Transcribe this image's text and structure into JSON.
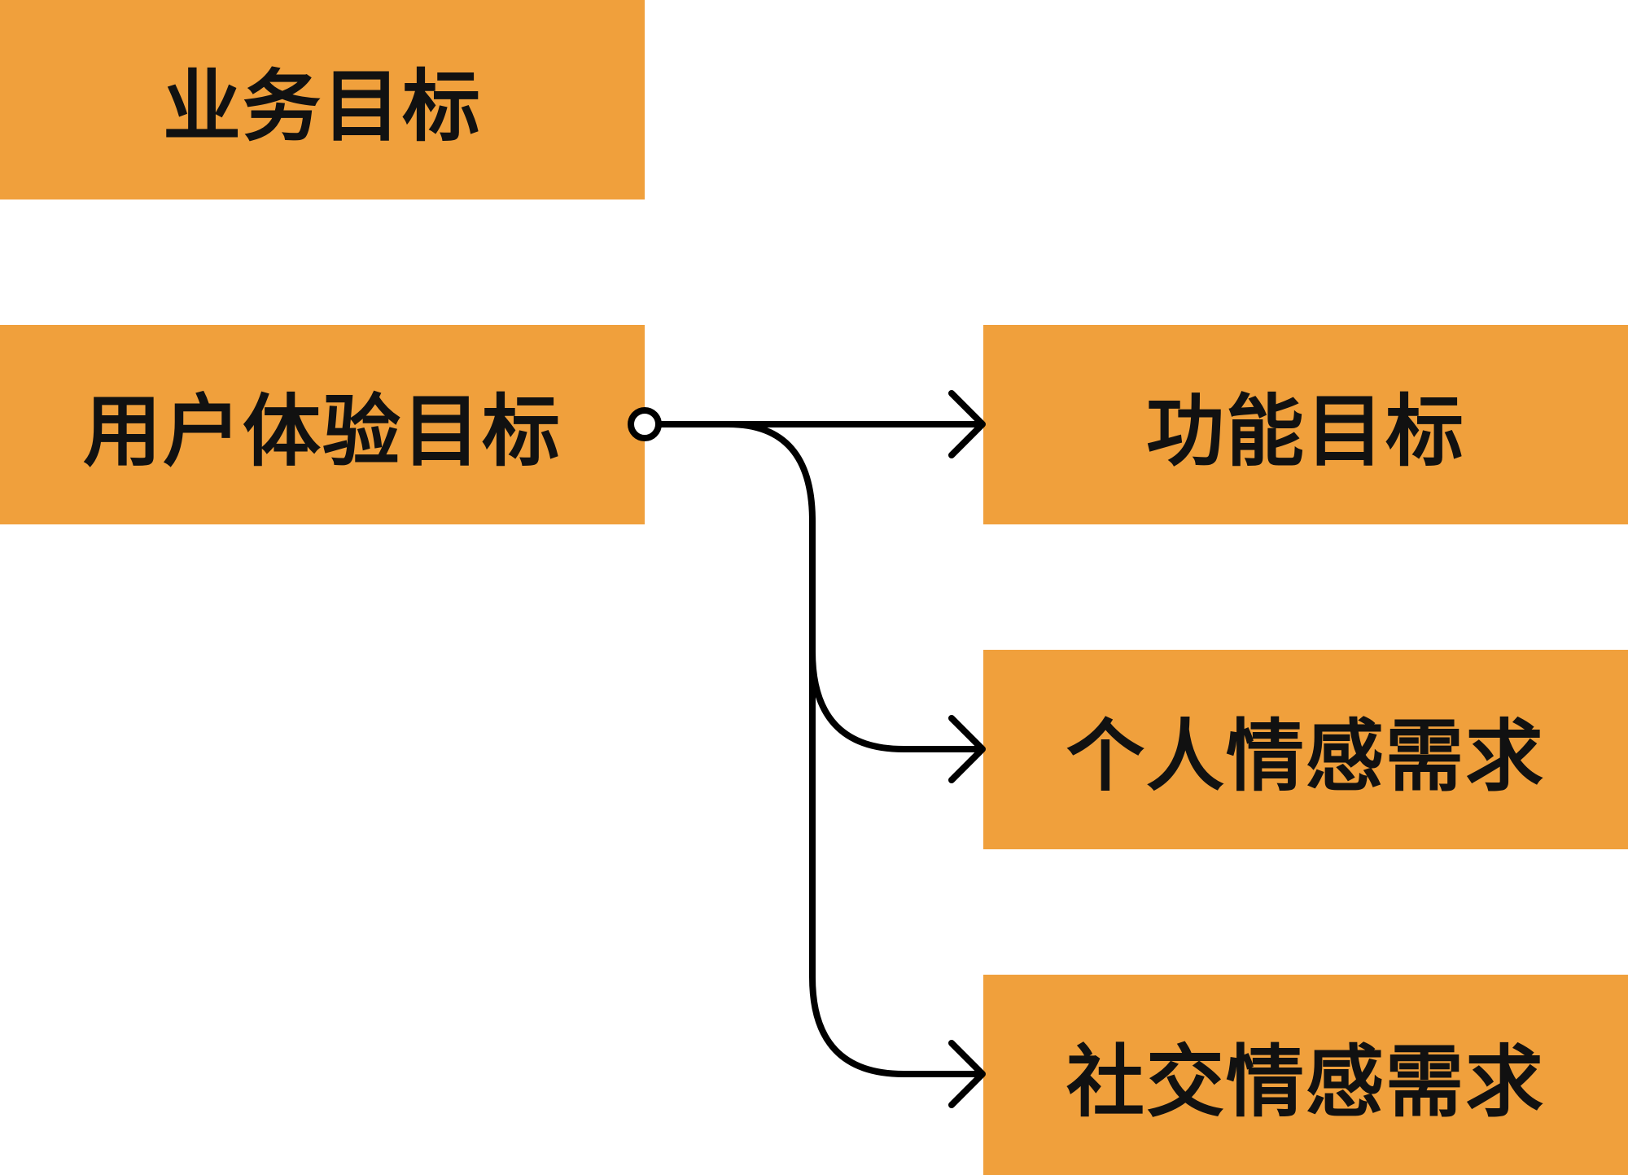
{
  "boxes": {
    "business_goal": "业务目标",
    "ux_goal": "用户体验目标",
    "functional_goal": "功能目标",
    "personal_emotional_need": "个人情感需求",
    "social_emotional_need": "社交情感需求"
  },
  "colors": {
    "box_fill": "#f0a03c",
    "text": "#111111",
    "line": "#000000",
    "background": "#ffffff"
  }
}
